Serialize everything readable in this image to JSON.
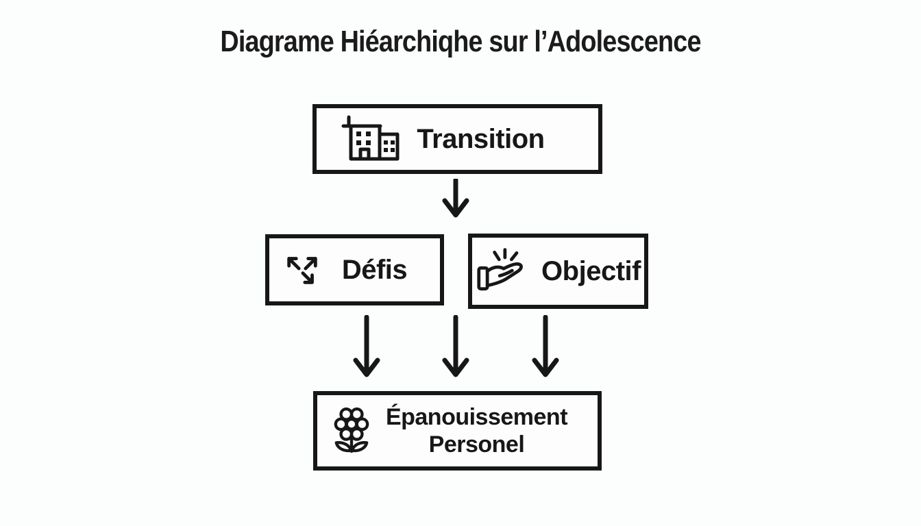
{
  "title": "Diagrame Hiéarchiqhe sur l’Adolescence",
  "colors": {
    "ink": "#171717",
    "bg": "#fcfdfd"
  },
  "nodes": {
    "transition": {
      "label": "Transition",
      "icon": "building-icon"
    },
    "defis": {
      "label": "Défis",
      "icon": "expand-arrows-icon"
    },
    "objectif": {
      "label": "Objectif",
      "icon": "offering-hand-icon"
    },
    "epanouissement": {
      "label_line1": "Épanouissement",
      "label_line2": "Personel",
      "icon": "flower-icon"
    }
  },
  "connectors": [
    {
      "name": "arrow-transition-to-middle-row",
      "direction": "down"
    },
    {
      "name": "arrow-defis-to-epanouissement",
      "direction": "down"
    },
    {
      "name": "arrow-center-to-epanouissement",
      "direction": "down"
    },
    {
      "name": "arrow-objectif-to-epanouissement",
      "direction": "down"
    }
  ]
}
